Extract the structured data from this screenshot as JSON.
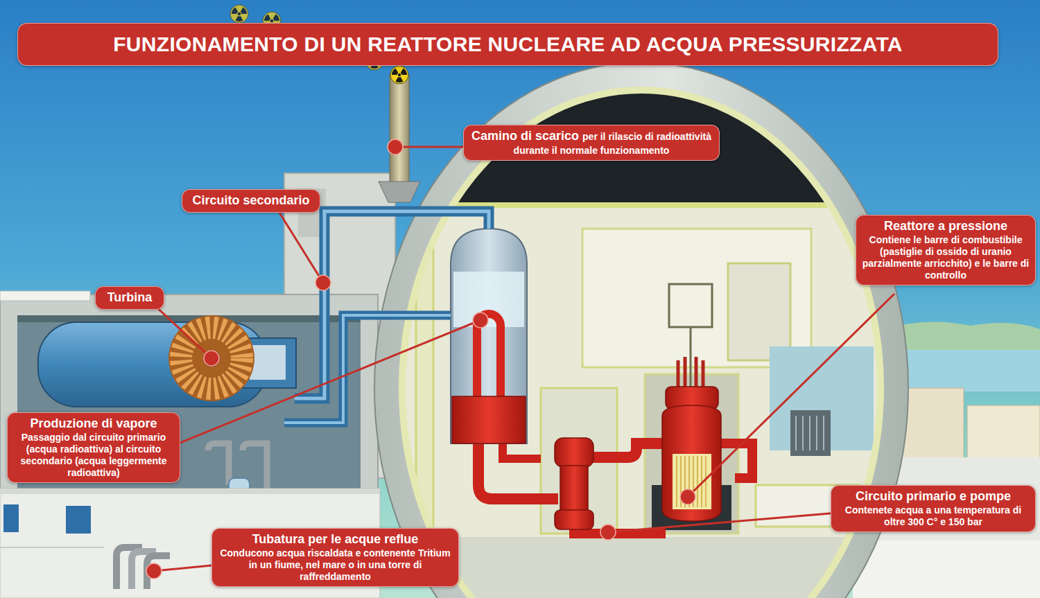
{
  "diagram": {
    "title": "FUNZIONAMENTO DI UN REATTORE NUCLEARE AD ACQUA PRESSURIZZATA",
    "nodes": [
      {
        "text": [
          "Camino di scarico",
          "per il rilascio di radioattività durante il normale funzionamento"
        ]
      },
      {
        "text": [
          "Circuito secondario"
        ]
      },
      {
        "text": [
          "Reattore a pressione",
          "Contiene le barre di combustibile (pastiglie di ossido di uranio parzialmente arricchito) e le barre di controllo"
        ]
      },
      {
        "text": [
          "Turbina"
        ]
      },
      {
        "text": [
          "Produzione di vapore",
          "Passaggio dal circuito primario (acqua radioattiva) al circuito secondario (acqua leggermente radioattiva)"
        ]
      },
      {
        "text": [
          "Circuito primario e pompe",
          "Contenete acqua a una temperatura di oltre 300 C° e 150 bar"
        ]
      },
      {
        "text": [
          "Tubatura per le acque reflue",
          "Conducono acqua riscaldata e contenente Tritium in un fiume, nel mare o in una torre di raffreddamento"
        ]
      }
    ]
  }
}
